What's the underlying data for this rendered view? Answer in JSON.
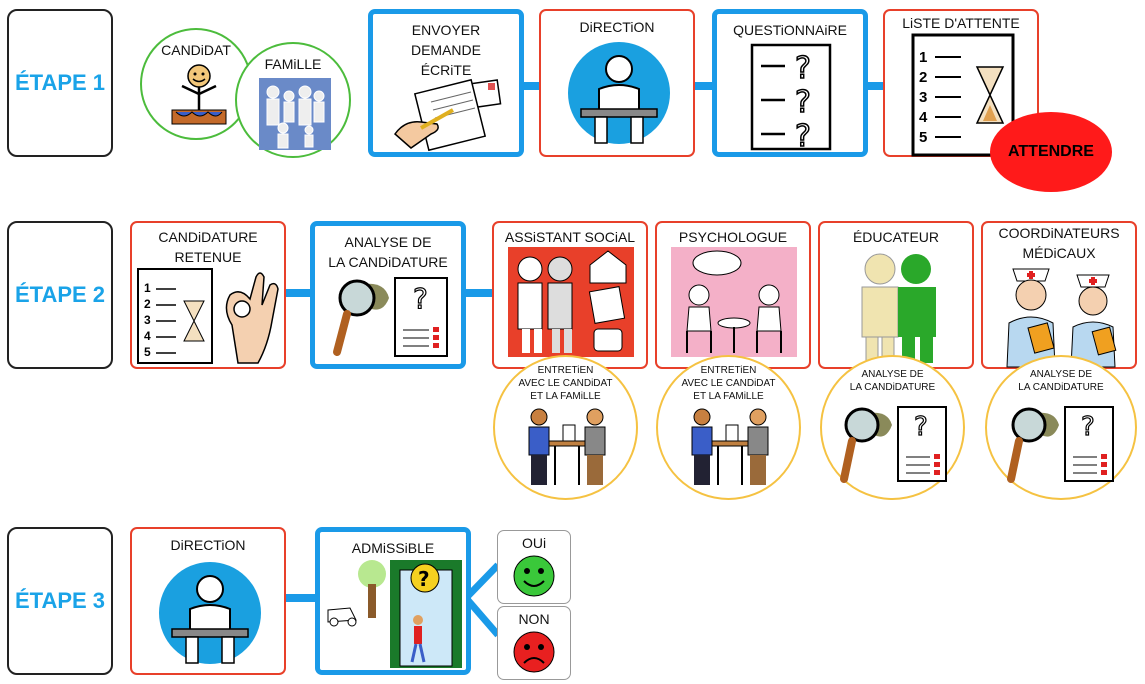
{
  "steps": [
    "ÉTAPE 1",
    "ÉTAPE 2",
    "ÉTAPE 3"
  ],
  "row1": {
    "candidat": "CANDiDAT",
    "famille": "FAMiLLE",
    "envoyer": [
      "ENVOYER",
      "DEMANDE",
      "ÉCRiTE"
    ],
    "direction": "DiRECTiON",
    "questionnaire": "QUESTiONNAiRE",
    "liste": "LiSTE D'ATTENTE",
    "list_numbers": [
      "1",
      "2",
      "3",
      "4",
      "5"
    ],
    "attendre": "ATTENDRE"
  },
  "row2": {
    "retenue": [
      "CANDiDATURE",
      "RETENUE"
    ],
    "analyse": [
      "ANALYSE DE",
      "LA CANDiDATURE"
    ],
    "assistant": "ASSiSTANT SOCiAL",
    "psychologue": "PSYCHOLOGUE",
    "educateur": "ÉDUCATEUR",
    "coordinateurs": [
      "COORDiNATEURS",
      "MÉDiCAUX"
    ],
    "list_numbers": [
      "1",
      "2",
      "3",
      "4",
      "5"
    ],
    "entretien": [
      "ENTRETiEN",
      "AVEC LE CANDiDAT",
      "ET LA FAMiLLE"
    ],
    "analyse_small": [
      "ANALYSE DE",
      "LA CANDiDATURE"
    ]
  },
  "row3": {
    "direction": "DiRECTiON",
    "admissible": "ADMiSSiBLE",
    "oui": "OUi",
    "non": "NON"
  },
  "colors": {
    "accent_blue": "#1a9ae8",
    "step_text": "#1aa3e8",
    "border_red": "#e8402a",
    "border_green": "#4cbc3c",
    "border_yellow": "#f5c242",
    "attendre_red": "#ff1a1a"
  },
  "icons": [
    "person-at-desk-icon",
    "family-icon",
    "writing-hand-icon",
    "questions-icon",
    "waiting-list-icon",
    "magnifier-document-icon",
    "ok-hand-icon",
    "home-visit-icon",
    "conversation-icon",
    "two-people-icon",
    "nurses-icon",
    "interview-table-icon",
    "door-question-icon",
    "happy-face-icon",
    "sad-face-icon"
  ]
}
